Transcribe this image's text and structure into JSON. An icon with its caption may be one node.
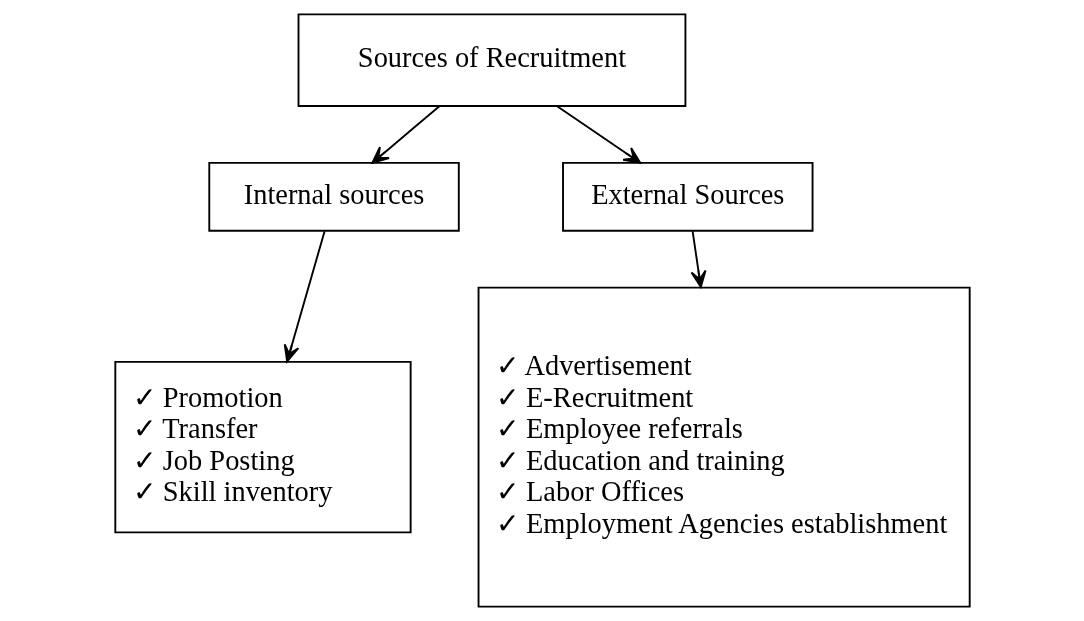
{
  "diagram": {
    "nodes": [
      {
        "text": [
          "Sources of Recruitment"
        ]
      },
      {
        "text": [
          "Internal sources"
        ]
      },
      {
        "text": [
          "External Sources"
        ]
      },
      {
        "text": [
          "✓ Promotion",
          "✓ Transfer",
          "✓ Job Posting",
          "✓ Skill inventory"
        ]
      },
      {
        "text": [
          "✓ Advertisement",
          "✓ E-Recruitment",
          "✓ Employee referrals",
          "✓ Education and training",
          "✓ Labor Offices",
          "✓ Employment Agencies establishment"
        ]
      }
    ],
    "edges": [
      {
        "from": 0,
        "to": 1,
        "arrow": "to"
      },
      {
        "from": 0,
        "to": 2,
        "arrow": "to"
      },
      {
        "from": 1,
        "to": 3,
        "arrow": "to"
      },
      {
        "from": 2,
        "to": 4,
        "arrow": "to"
      }
    ]
  }
}
